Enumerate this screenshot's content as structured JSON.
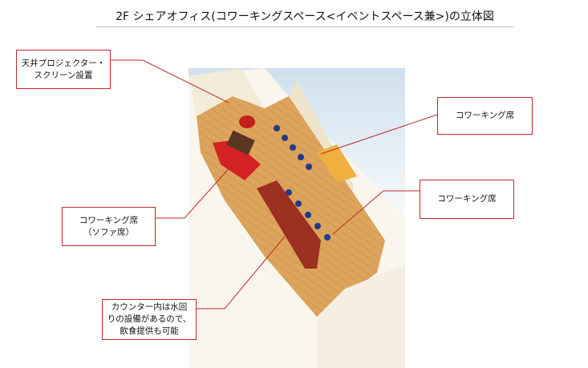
{
  "title": "2F シェアオフィス(コワーキングスペース<イベントスペース兼>)の立体図",
  "callouts": {
    "projector": [
      "天井プロジェクター・",
      "スクリーン設置"
    ],
    "coworking_upper": [
      "コワーキング席"
    ],
    "coworking_right": [
      "コワーキング席"
    ],
    "sofa": [
      "コワーキング席",
      "（ソファ席）"
    ],
    "counter": [
      "カウンター内は水回",
      "りの設備があるので、",
      "飲食提供も可能"
    ]
  },
  "colors": {
    "callout_border": "#c0282d",
    "floor": "#d9a25a",
    "wall": "#f3ecd9",
    "sky": "#d3e3f0"
  }
}
